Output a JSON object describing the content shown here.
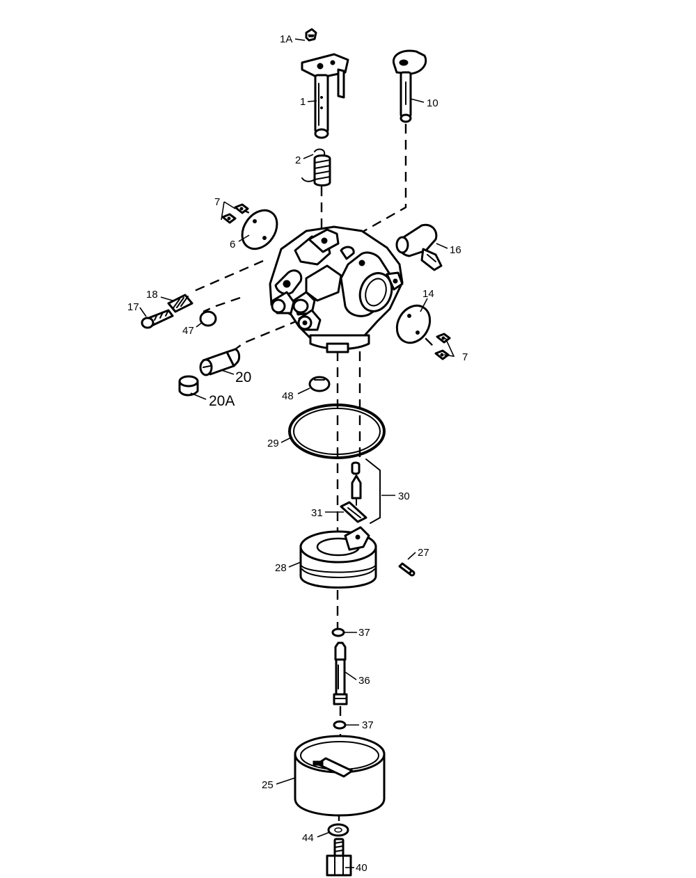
{
  "callouts": {
    "c1A": "1A",
    "c1": "1",
    "c10": "10",
    "c2": "2",
    "c7a": "7",
    "c6": "6",
    "c16": "16",
    "c18": "18",
    "c17": "17",
    "c14": "14",
    "c47": "47",
    "c7b": "7",
    "c20": "20",
    "c20A": "20A",
    "c48": "48",
    "c29": "29",
    "c30": "30",
    "c31": "31",
    "c27": "27",
    "c28": "28",
    "c37a": "37",
    "c36": "36",
    "c37b": "37",
    "c25": "25",
    "c44": "44",
    "c40": "40"
  }
}
